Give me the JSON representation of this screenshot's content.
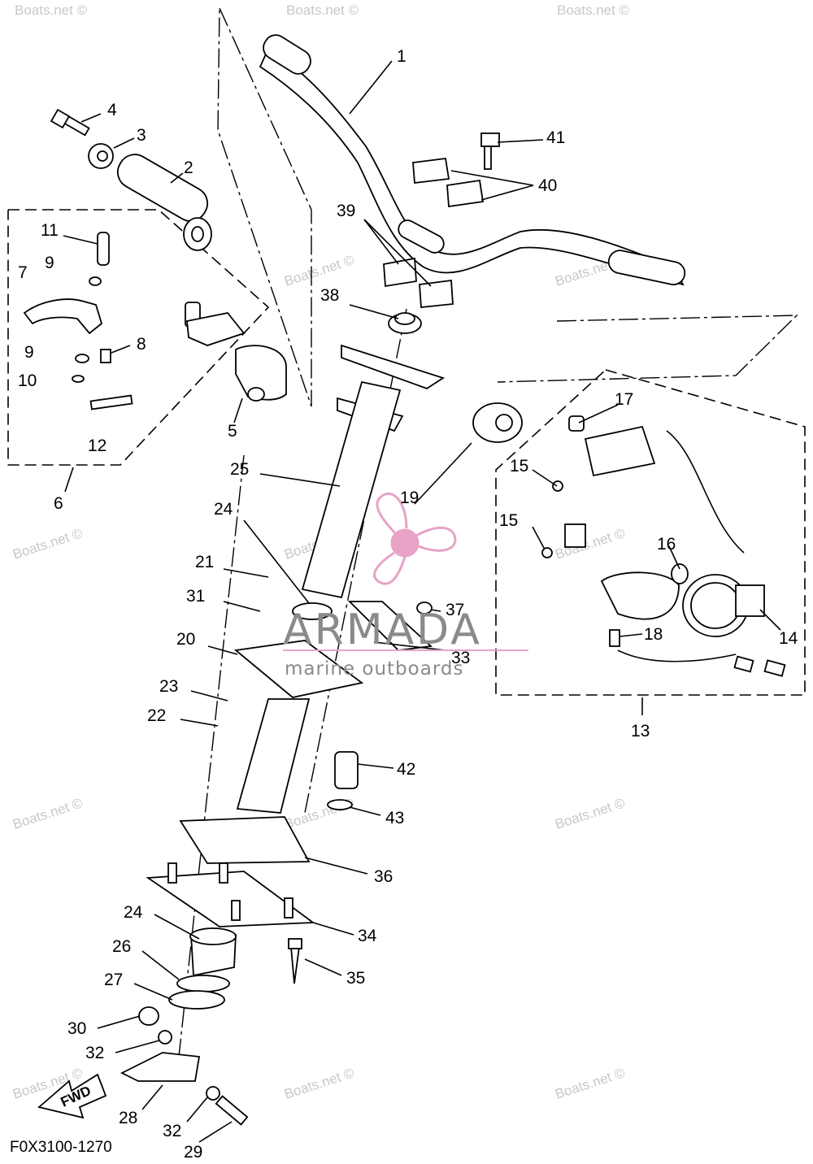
{
  "drawing": {
    "code": "F0X3100-1270",
    "fwd_label": "FWD"
  },
  "brand": {
    "name": "ARMADA",
    "tagline": "marine outboards",
    "accent_color": "#e8a3c7"
  },
  "watermark": {
    "text": "Boats.net ©"
  },
  "callouts": [
    "1",
    "2",
    "3",
    "4",
    "5",
    "6",
    "7",
    "8",
    "9",
    "9",
    "10",
    "11",
    "12",
    "13",
    "14",
    "15",
    "15",
    "16",
    "17",
    "18",
    "19",
    "20",
    "21",
    "22",
    "23",
    "24",
    "24",
    "25",
    "26",
    "27",
    "28",
    "29",
    "30",
    "31",
    "32",
    "32",
    "33",
    "34",
    "35",
    "36",
    "37",
    "38",
    "39",
    "40",
    "41",
    "42",
    "43"
  ]
}
